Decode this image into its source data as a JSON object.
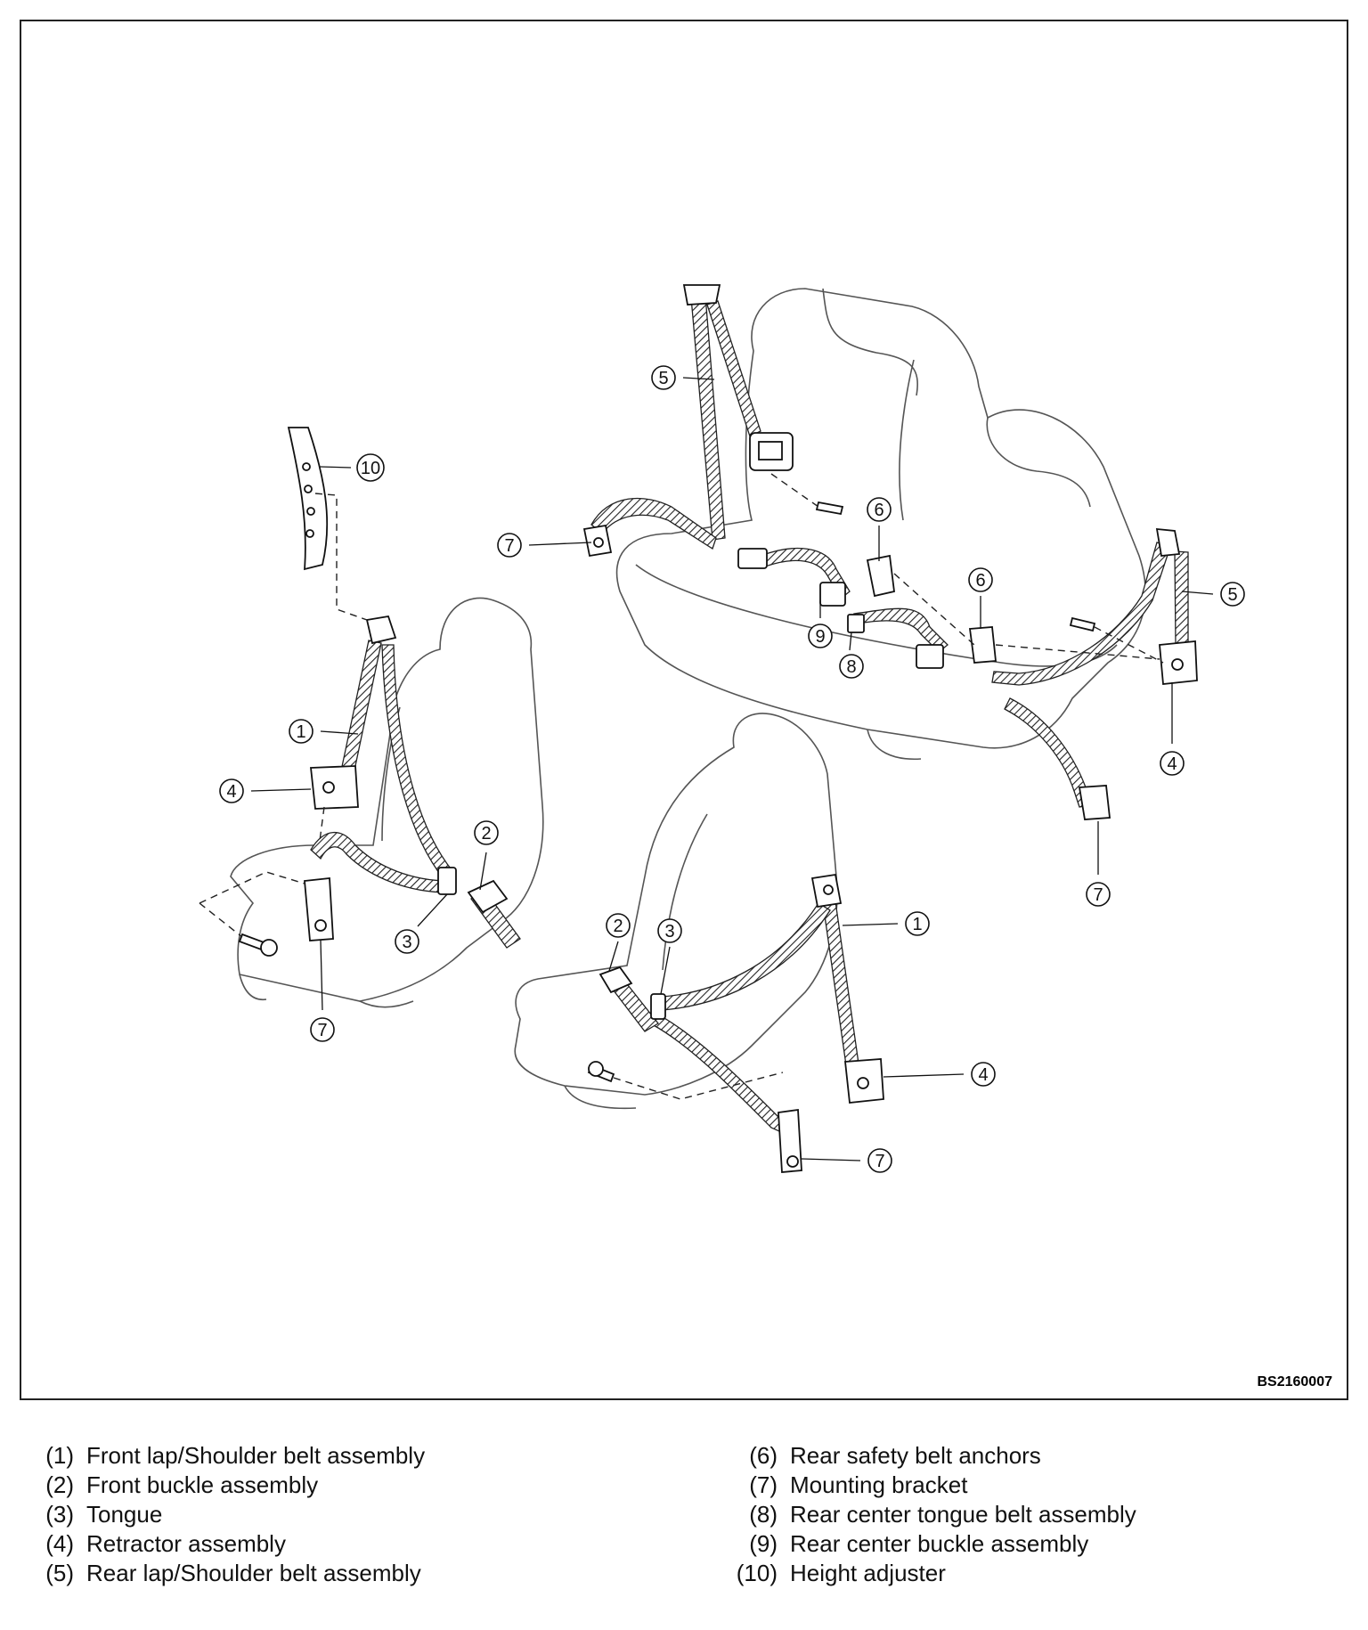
{
  "figure": {
    "code": "BS2160007",
    "callouts": [
      {
        "id": "rear-left-5",
        "label": "5"
      },
      {
        "id": "rear-left-7",
        "label": "7"
      },
      {
        "id": "rear-anchor-6a",
        "label": "6"
      },
      {
        "id": "rear-anchor-6b",
        "label": "6"
      },
      {
        "id": "rear-center-9",
        "label": "9"
      },
      {
        "id": "rear-center-8",
        "label": "8"
      },
      {
        "id": "rear-right-5",
        "label": "5"
      },
      {
        "id": "rear-right-4",
        "label": "4"
      },
      {
        "id": "rear-right-7",
        "label": "7"
      },
      {
        "id": "front-left-10",
        "label": "10"
      },
      {
        "id": "front-left-1",
        "label": "1"
      },
      {
        "id": "front-left-4",
        "label": "4"
      },
      {
        "id": "front-left-2",
        "label": "2"
      },
      {
        "id": "front-left-3",
        "label": "3"
      },
      {
        "id": "front-left-7",
        "label": "7"
      },
      {
        "id": "front-right-2",
        "label": "2"
      },
      {
        "id": "front-right-3",
        "label": "3"
      },
      {
        "id": "front-right-1",
        "label": "1"
      },
      {
        "id": "front-right-4",
        "label": "4"
      },
      {
        "id": "front-right-7",
        "label": "7"
      }
    ]
  },
  "legend": {
    "left": [
      {
        "num": "(1)",
        "text": "Front lap/Shoulder belt assembly"
      },
      {
        "num": "(2)",
        "text": "Front buckle assembly"
      },
      {
        "num": "(3)",
        "text": "Tongue"
      },
      {
        "num": "(4)",
        "text": "Retractor assembly"
      },
      {
        "num": "(5)",
        "text": "Rear lap/Shoulder belt assembly"
      }
    ],
    "right": [
      {
        "num": "(6)",
        "text": "Rear safety belt anchors"
      },
      {
        "num": "(7)",
        "text": "Mounting bracket"
      },
      {
        "num": "(8)",
        "text": "Rear center tongue belt assembly"
      },
      {
        "num": "(9)",
        "text": "Rear center buckle assembly"
      },
      {
        "num": "(10)",
        "text": "Height adjuster"
      }
    ]
  }
}
